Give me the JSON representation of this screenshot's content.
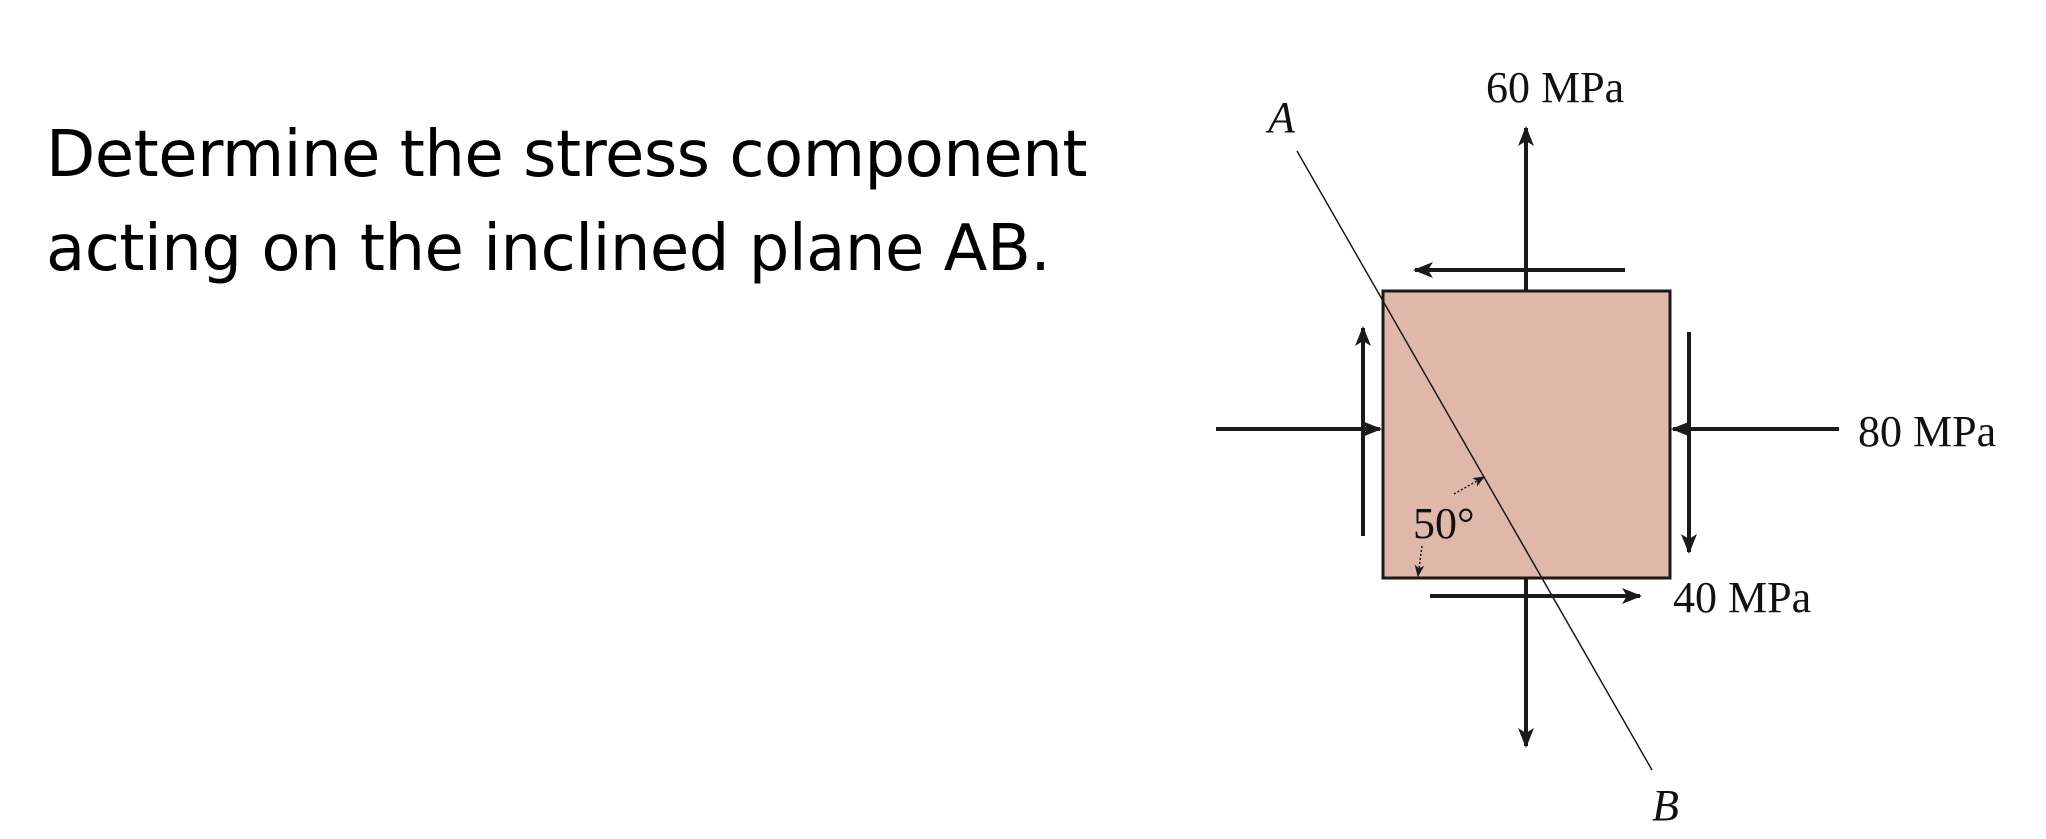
{
  "problem": {
    "line1": "Determine the stress component",
    "line2": "acting on the inclined plane AB."
  },
  "diagram": {
    "element_fill": "#e0b8aa",
    "stroke_color": "#1a1a1a",
    "point_a": "A",
    "point_b": "B",
    "normal_stress_y": "60 MPa",
    "normal_stress_x": "80 MPa",
    "shear_stress": "40 MPa",
    "plane_angle": "50°"
  }
}
